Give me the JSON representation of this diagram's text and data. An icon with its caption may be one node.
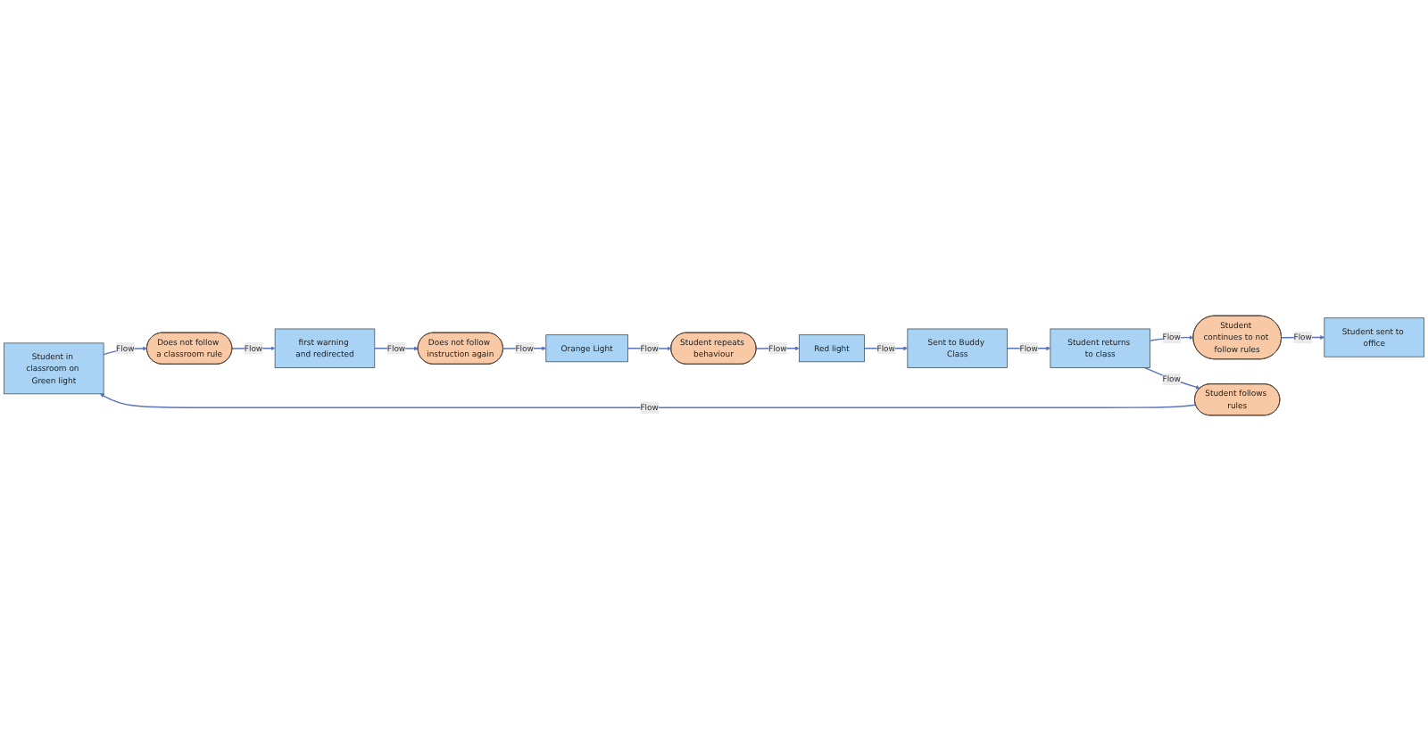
{
  "diagram": {
    "nodes": [
      {
        "text": [
          "Student sent to office"
        ]
      },
      {
        "text": [
          "Student continues to not follow rules"
        ]
      },
      {
        "text": [
          "Student in classroom on Green light"
        ]
      },
      {
        "text": [
          "Does not follow a classroom rule"
        ]
      },
      {
        "text": [
          "first warning and redirected"
        ]
      },
      {
        "text": [
          "Does not follow instruction again"
        ]
      },
      {
        "text": [
          "Student follows rules"
        ]
      },
      {
        "text": [
          "Orange Light"
        ]
      },
      {
        "text": [
          "Student returns to class"
        ]
      },
      {
        "text": [
          "Sent to Buddy Class"
        ]
      },
      {
        "text": [
          "Red light"
        ]
      },
      {
        "text": [
          "Student repeats behaviour"
        ]
      }
    ],
    "edges": [
      {
        "from": 2,
        "to": 3,
        "arrow": "to",
        "label": "Flow"
      },
      {
        "from": 3,
        "to": 4,
        "arrow": "to",
        "label": "Flow"
      },
      {
        "from": 4,
        "to": 5,
        "arrow": "to",
        "label": "Flow"
      },
      {
        "from": 5,
        "to": 7,
        "arrow": "to",
        "label": "Flow"
      },
      {
        "from": 7,
        "to": 11,
        "arrow": "to",
        "label": "Flow"
      },
      {
        "from": 11,
        "to": 10,
        "arrow": "to",
        "label": "Flow"
      },
      {
        "from": 10,
        "to": 9,
        "arrow": "to",
        "label": "Flow"
      },
      {
        "from": 9,
        "to": 8,
        "arrow": "to",
        "label": "Flow"
      },
      {
        "from": 8,
        "to": 6,
        "arrow": "to",
        "label": "Flow"
      },
      {
        "from": 6,
        "to": 2,
        "arrow": "to",
        "label": "Flow"
      },
      {
        "from": 8,
        "to": 1,
        "arrow": "to",
        "label": "Flow"
      },
      {
        "from": 1,
        "to": 0,
        "arrow": "to",
        "label": "Flow"
      }
    ]
  }
}
